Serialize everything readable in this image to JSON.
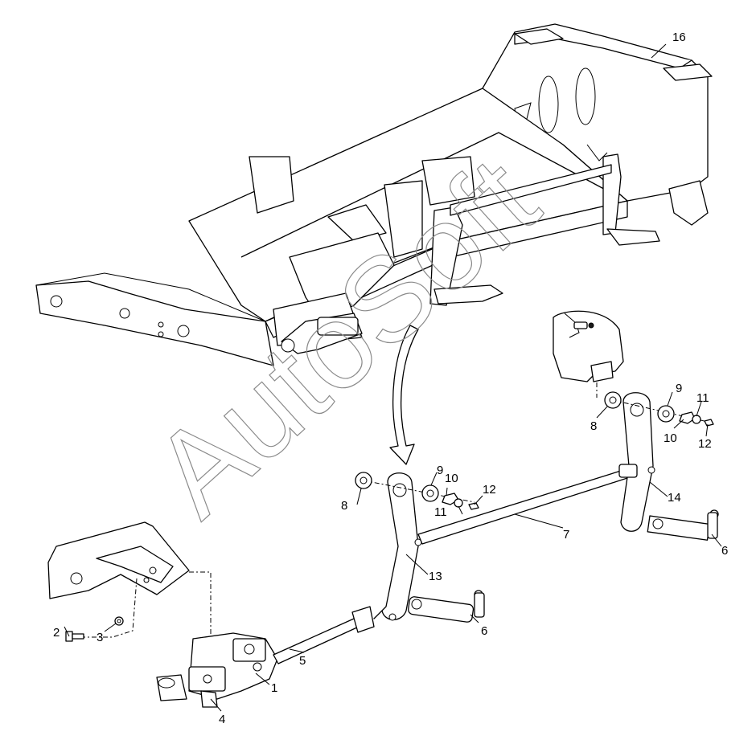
{
  "watermark": "AutoSoft",
  "callouts": {
    "c1": "1",
    "c2": "2",
    "c3": "3",
    "c4": "4",
    "c5": "5",
    "c6a": "6",
    "c6b": "6",
    "c7": "7",
    "c8a": "8",
    "c8b": "8",
    "c9a": "9",
    "c9b": "9",
    "c10a": "10",
    "c10b": "10",
    "c11a": "11",
    "c11b": "11",
    "c12a": "12",
    "c12b": "12",
    "c13": "13",
    "c14": "14",
    "c16": "16"
  },
  "icons": {
    "flow_arrow": "curved-arrow-icon",
    "grease_fitting": "grease-fitting-icon"
  }
}
